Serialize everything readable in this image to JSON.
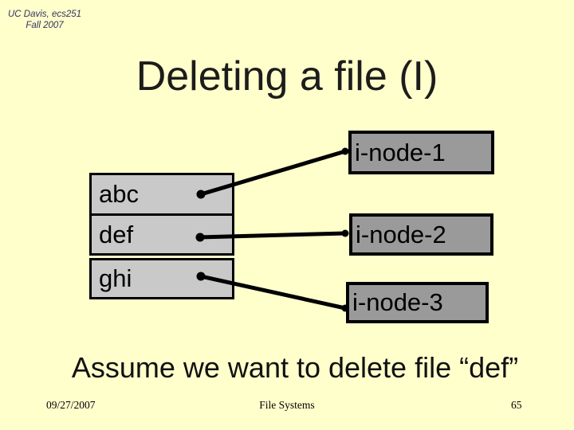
{
  "colors": {
    "background": "#FFFFCC",
    "header_text": "#32325E",
    "title_text": "#1C1C1C",
    "body_text": "#111111",
    "directory_fill": "#C9C9C9",
    "inode_fill": "#9A9A9A",
    "connector": "#000000"
  },
  "header": {
    "course": "UC Davis, ecs251",
    "term": "Fall 2007"
  },
  "title": "Deleting a file (I)",
  "diagram": {
    "directory_rows": [
      {
        "label": "abc"
      },
      {
        "label": "def"
      },
      {
        "label": "ghi"
      }
    ],
    "inodes": [
      {
        "label": "i-node-1"
      },
      {
        "label": "i-node-2"
      },
      {
        "label": "i-node-3"
      }
    ],
    "connections": [
      {
        "from": "abc",
        "to": "i-node-1"
      },
      {
        "from": "def",
        "to": "i-node-2"
      },
      {
        "from": "ghi",
        "to": "i-node-3"
      }
    ]
  },
  "caption": "Assume we want to delete file “def”",
  "footer": {
    "date": "09/27/2007",
    "section": "File Systems",
    "page": "65"
  }
}
